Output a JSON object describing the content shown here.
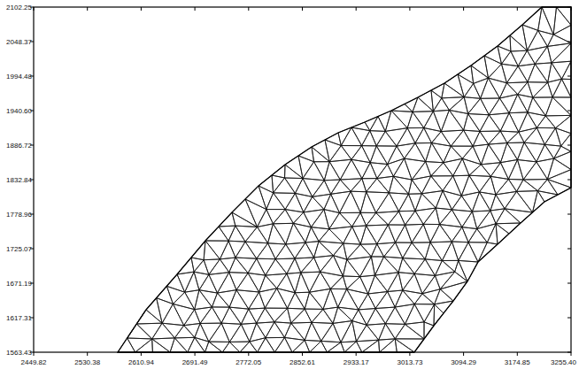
{
  "diagram": {
    "labels": [
      "2102.25",
      "2048.37",
      "1994.48",
      "1940.60",
      "1886.72",
      "1832.84",
      "1778.96",
      "1725.07",
      "1671.19",
      "1617.31",
      "1563.43",
      "2449.82",
      "2530.38",
      "2610.94",
      "2691.49",
      "2772.05",
      "2852.61",
      "2933.17",
      "3013.73",
      "3094.29",
      "3174.85",
      "3255.40"
    ]
  }
}
